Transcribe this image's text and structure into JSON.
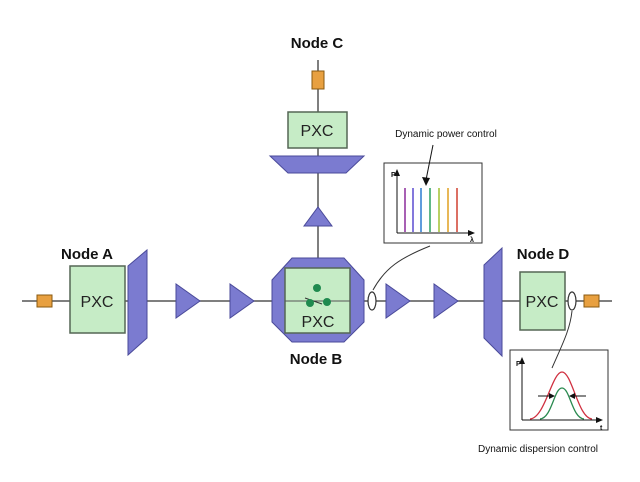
{
  "nodes": {
    "a": {
      "label": "Node A",
      "switch_label": "PXC"
    },
    "b": {
      "label": "Node B",
      "switch_label": "PXC"
    },
    "c": {
      "label": "Node C",
      "switch_label": "PXC"
    },
    "d": {
      "label": "Node D",
      "switch_label": "PXC"
    }
  },
  "annotations": {
    "power_control": "Dynamic power control",
    "dispersion_control": "Dynamic dispersion control"
  },
  "insets": {
    "power": {
      "y_axis": "P",
      "x_axis": "λ"
    },
    "dispersion": {
      "y_axis": "P",
      "x_axis": "t"
    }
  },
  "colors": {
    "pxc_fill": "#c6ecc6",
    "pxc_border": "#556655",
    "component": "#7b7bd0",
    "component_border": "#4a4a9a",
    "connector": "#e8a040",
    "fiber": "#555555",
    "switch_dot": "#1f8a4f"
  },
  "icons": {
    "amplifier": "amplifier-triangle-icon",
    "mux": "multiplexer-trapezoid-icon",
    "connector": "fiber-connector-icon",
    "monitor": "optical-tap-ring-icon"
  }
}
